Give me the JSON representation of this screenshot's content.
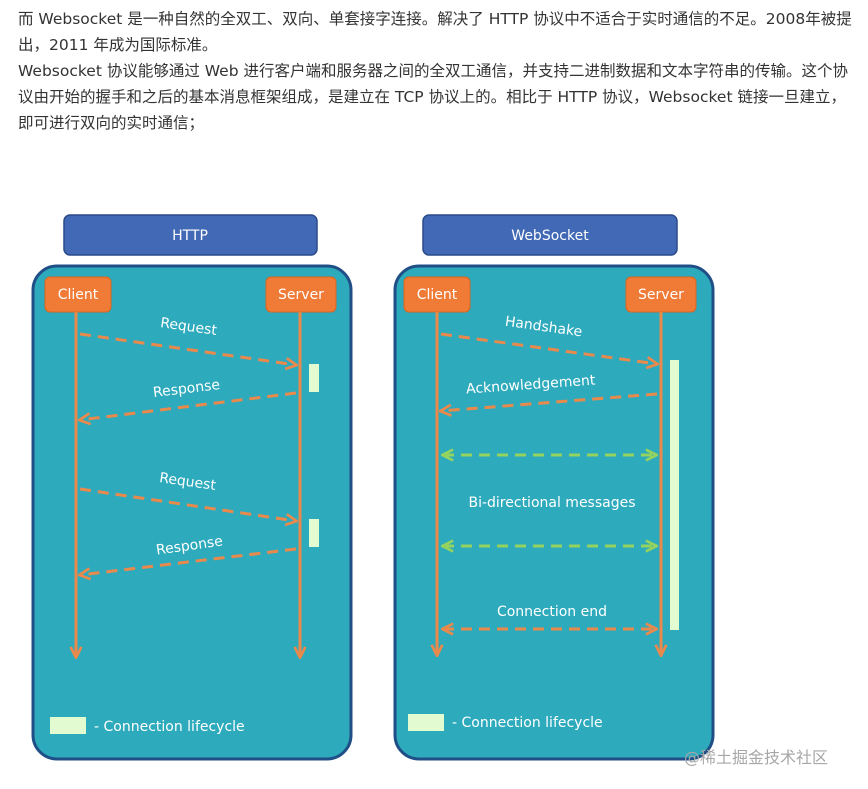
{
  "article": {
    "paragraph_1": "而 Websocket 是一种自然的全双工、双向、单套接字连接。解决了 HTTP 协议中不适合于实时通信的不足。2008年被提出，2011 年成为国际标准。",
    "paragraph_2": "Websocket 协议能够通过 Web 进行客户端和服务器之间的全双工通信，并支持二进制数据和文本字符串的传输。这个协议由开始的握手和之后的基本消息框架组成，是建立在 TCP 协议上的。相比于 HTTP 协议，Websocket 链接一旦建立，即可进行双向的实时通信；"
  },
  "diagram": {
    "http": {
      "title": "HTTP",
      "client_label": "Client",
      "server_label": "Server",
      "request_1": "Request",
      "response_1": "Response",
      "request_2": "Request",
      "response_2": "Response",
      "legend": "- Connection lifecycle"
    },
    "websocket": {
      "title": "WebSocket",
      "client_label": "Client",
      "server_label": "Server",
      "handshake": "Handshake",
      "acknowledgement": "Acknowledgement",
      "bidirectional": "Bi-directional messages",
      "connection_end": "Connection end",
      "legend": "- Connection lifecycle"
    },
    "colors": {
      "header_fill": "#4169b5",
      "panel_fill": "#2eaabd",
      "panel_border": "#1f4f86",
      "node_fill": "#f07b37",
      "arrow_orange": "#e98a4c",
      "arrow_green": "#93d35e",
      "lifecycle_bar": "#e3fbd0"
    }
  },
  "watermark": "@稀土掘金技术社区"
}
